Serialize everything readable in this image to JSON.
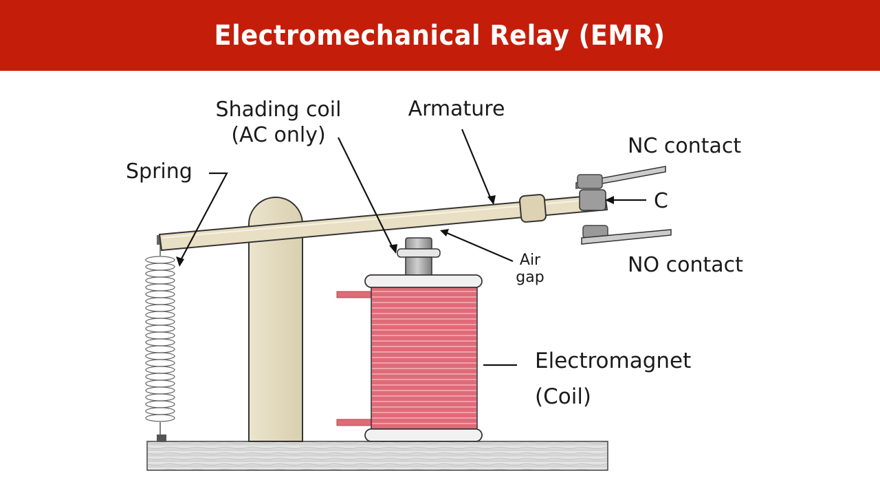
{
  "title": "Electromechanical Relay (EMR)",
  "labels": {
    "shading_coil_1": "Shading coil",
    "shading_coil_2": "(AC only)",
    "armature": "Armature",
    "spring": "Spring",
    "nc_contact": "NC contact",
    "common": "C",
    "no_contact": "NO contact",
    "air_gap_1": "Air",
    "air_gap_2": "gap",
    "electromagnet_1": "Electromagnet",
    "electromagnet_2": "(Coil)"
  },
  "colors": {
    "title_bg": "#c41e0a",
    "coil": "#e06b78",
    "armature": "#e8dfc4",
    "base": "#dcdcdc"
  }
}
